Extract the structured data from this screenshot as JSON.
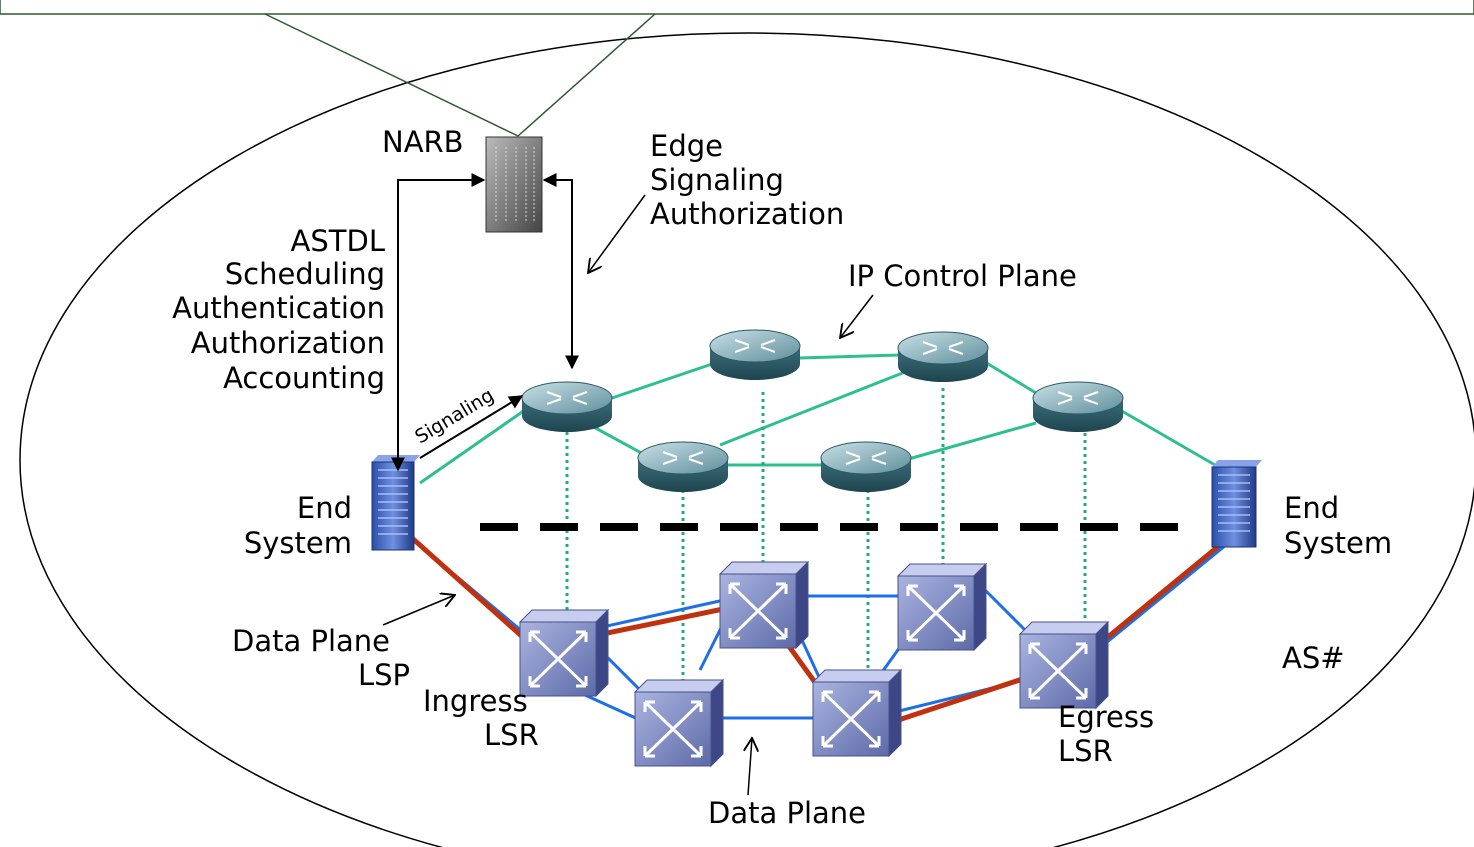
{
  "labels": {
    "narb": "NARB",
    "edge_signaling_auth": [
      "Edge",
      "Signaling",
      "Authorization"
    ],
    "astdl_block": [
      "ASTDL",
      "Scheduling",
      "Authentication",
      "Authorization",
      "Accounting"
    ],
    "ip_control_plane": "IP Control Plane",
    "signaling": "Signaling",
    "end_system_left": [
      "End",
      "System"
    ],
    "end_system_right": [
      "End",
      "System"
    ],
    "data_plane_lsp": [
      "Data Plane",
      "LSP"
    ],
    "ingress_lsr": [
      "Ingress",
      "LSR"
    ],
    "egress_lsr": [
      "Egress",
      "LSR"
    ],
    "data_plane": "Data Plane",
    "as_number": "AS#"
  },
  "colors": {
    "control_link": "#2dbf8f",
    "vertical_link": "#1fae7a",
    "data_link": "#1e6ee6",
    "lsp_path": "#c0320f",
    "callout_line": "#2f5a2f",
    "divider": "#000000"
  }
}
